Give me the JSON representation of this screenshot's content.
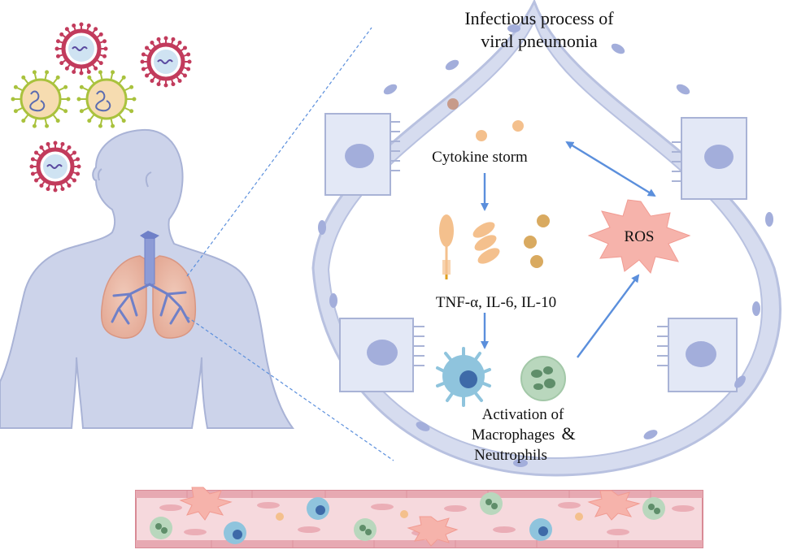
{
  "title_line1": "Infectious process of",
  "title_line2": "viral pneumonia",
  "cytokine_label": "Cytokine storm",
  "tnf_label": "TNF-α, IL-6, IL-10",
  "ros_label": "ROS",
  "activation_line1": "Activation of",
  "activation_line2": "Macrophages",
  "activation_amp": "&",
  "activation_line3": "Neutrophils",
  "colors": {
    "arrow": "#5b8fdc",
    "body": "#ccd3ea",
    "body_outline": "#a9b3d6",
    "lung": "#e9b8a8",
    "trachea": "#6f80c8",
    "alveolus_wall": "#b8c1e0",
    "cell": "#e3e8f6",
    "nucleus": "#a3aedb",
    "ros": "#f6b3ab",
    "cytokine": "#f4c08d",
    "vessel": "#f6d9dd",
    "vessel_wall": "#d88a95",
    "macrophage": "#8fc4dd",
    "neutrophil": "#b9d7bd",
    "virus_red": "#c23b5c",
    "virus_green": "#a9c23d"
  }
}
